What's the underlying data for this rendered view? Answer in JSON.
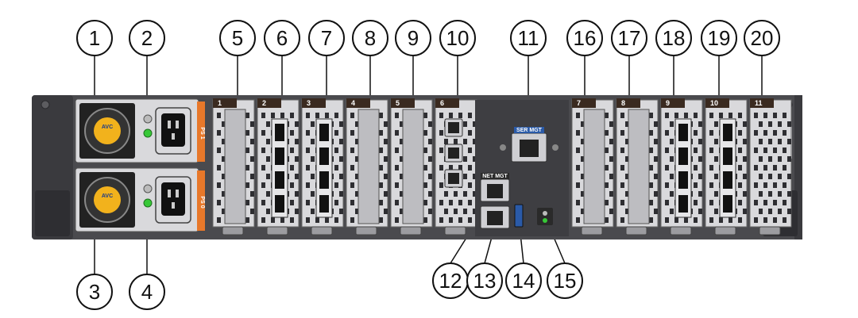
{
  "callouts": [
    "1",
    "2",
    "3",
    "4",
    "5",
    "6",
    "7",
    "8",
    "9",
    "10",
    "11",
    "12",
    "13",
    "14",
    "15",
    "16",
    "17",
    "18",
    "19",
    "20"
  ],
  "slots": [
    "1",
    "2",
    "3",
    "4",
    "5",
    "6",
    "7",
    "8",
    "9",
    "10",
    "11"
  ],
  "labels": {
    "net_mgt": "NET MGT",
    "ser_mgt": "SER MGT",
    "psu_a": "PS 1",
    "psu_b": "PS 0",
    "fan_brand": "AVC"
  },
  "colors": {
    "chassis": "#4a4a4e",
    "chassis_dark": "#2e2e32",
    "bay": "#d9d9dc",
    "psu_orange": "#e8782a",
    "fan_yellow": "#f2b21c",
    "led_green": "#37c837",
    "slot_tab": "#3a2a20",
    "callout_stroke": "#111111"
  }
}
